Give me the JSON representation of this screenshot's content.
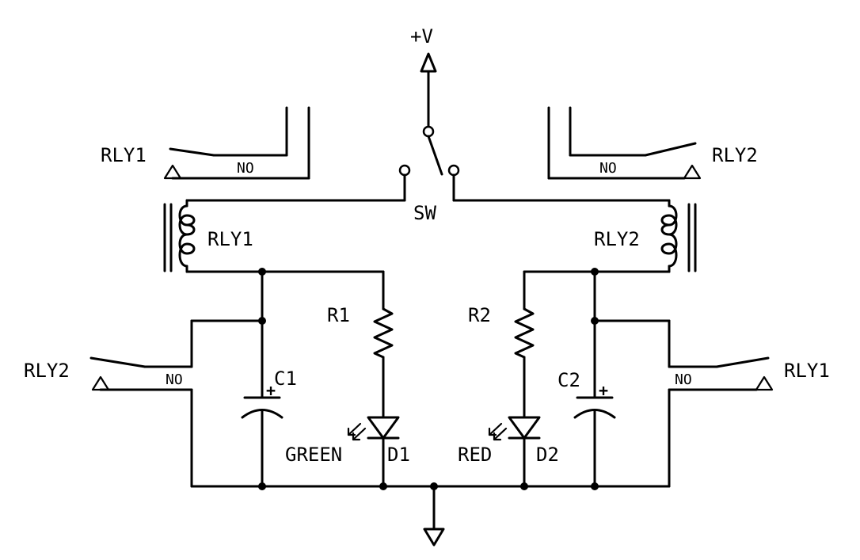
{
  "labels": {
    "supply": "+V",
    "switch": "SW",
    "relay1_contact_top": "RLY1",
    "relay2_contact_top": "RLY2",
    "relay1_coil": "RLY1",
    "relay2_coil": "RLY2",
    "relay2_contact_bottom": "RLY2",
    "relay1_contact_bottom": "RLY1",
    "no_top_left": "NO",
    "no_top_right": "NO",
    "no_bottom_left": "NO",
    "no_bottom_right": "NO",
    "r1": "R1",
    "r2": "R2",
    "c1": "C1",
    "c2": "C2",
    "d1": "D1",
    "d2": "D2",
    "led1_color": "GREEN",
    "led2_color": "RED",
    "c1_polarity": "+",
    "c2_polarity": "+"
  }
}
